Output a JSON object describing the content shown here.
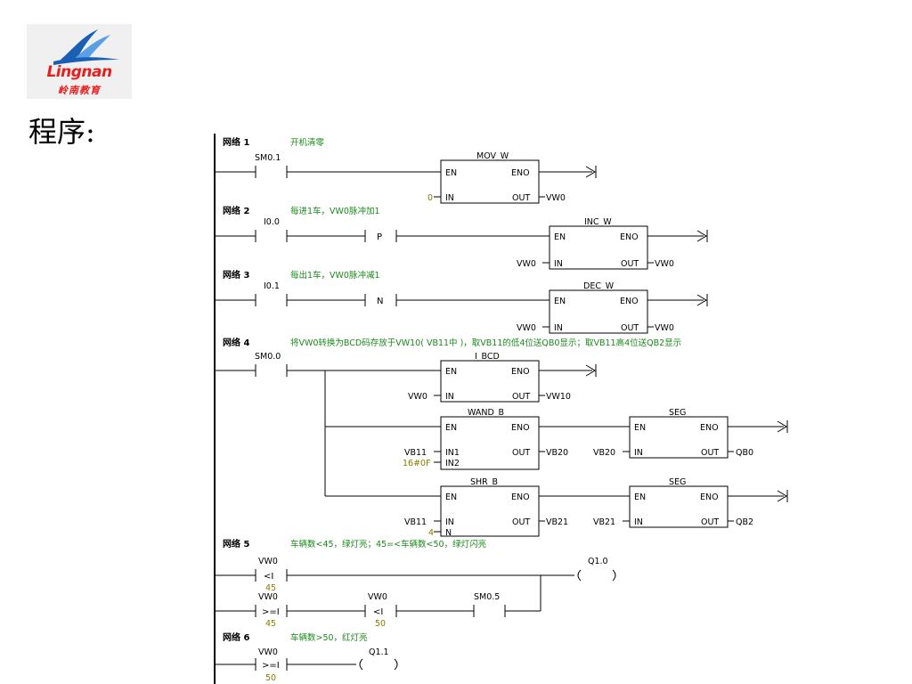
{
  "logo": {
    "wordmark": "Lingnan",
    "chinese": "岭南教育",
    "colors": {
      "blue": "#1a5fb4",
      "lightblue": "#5aa0e6",
      "red": "#e61e1e"
    }
  },
  "caption": "程序:",
  "colors": {
    "comment": "#1a8a1a",
    "constant": "#8a7a00",
    "line": "#000000"
  },
  "networks": [
    {
      "label": "网络 1",
      "comment": "开机清零"
    },
    {
      "label": "网络 2",
      "comment": "每进1车，VW0脉冲加1"
    },
    {
      "label": "网络 3",
      "comment": "每出1车，VW0脉冲减1"
    },
    {
      "label": "网络 4",
      "comment": "将VW0转换为BCD码存放于VW10( VB11中 )，取VB11的低4位送QB0显示；取VB11高4位送QB2显示"
    },
    {
      "label": "网络 5",
      "comment": "车辆数<45，绿灯亮；45=<车辆数<50，绿灯闪亮"
    },
    {
      "label": "网络 6",
      "comment": "车辆数>50，红灯亮"
    }
  ],
  "contacts": {
    "sm01": "SM0.1",
    "i00": "I0.0",
    "i01": "I0.1",
    "sm00": "SM0.0",
    "p": "P",
    "n": "N",
    "n5a_top": "VW0",
    "n5a_op": "<I",
    "n5a_val": "45",
    "n5b_top": "VW0",
    "n5b_op": ">=I",
    "n5b_val": "45",
    "n5c_top": "VW0",
    "n5c_op": "<I",
    "n5c_val": "50",
    "sm05": "SM0.5",
    "n6_top": "VW0",
    "n6_op": ">=I",
    "n6_val": "50"
  },
  "coils": {
    "q10": "Q1.0",
    "q11": "Q1.1"
  },
  "boxes": {
    "mov": {
      "name": "MOV_W",
      "en": "EN",
      "eno": "ENO",
      "in": "IN",
      "out": "OUT",
      "in_val": "0",
      "out_val": "VW0"
    },
    "inc": {
      "name": "INC_W",
      "en": "EN",
      "eno": "ENO",
      "in": "IN",
      "out": "OUT",
      "in_val": "VW0",
      "out_val": "VW0"
    },
    "dec": {
      "name": "DEC_W",
      "en": "EN",
      "eno": "ENO",
      "in": "IN",
      "out": "OUT",
      "in_val": "VW0",
      "out_val": "VW0"
    },
    "ibcd": {
      "name": "I_BCD",
      "en": "EN",
      "eno": "ENO",
      "in": "IN",
      "out": "OUT",
      "in_val": "VW0",
      "out_val": "VW10"
    },
    "wand": {
      "name": "WAND_B",
      "en": "EN",
      "eno": "ENO",
      "in1": "IN1",
      "in2": "IN2",
      "out": "OUT",
      "in1_val": "VB11",
      "in2_val": "16#0F",
      "out_val": "VB20"
    },
    "seg1": {
      "name": "SEG",
      "en": "EN",
      "eno": "ENO",
      "in": "IN",
      "out": "OUT",
      "in_val": "VB20",
      "out_val": "QB0"
    },
    "shr": {
      "name": "SHR_B",
      "en": "EN",
      "eno": "ENO",
      "in": "IN",
      "n": "N",
      "out": "OUT",
      "in_val": "VB11",
      "n_val": "4",
      "out_val": "VB21"
    },
    "seg2": {
      "name": "SEG",
      "en": "EN",
      "eno": "ENO",
      "in": "IN",
      "out": "OUT",
      "in_val": "VB21",
      "out_val": "QB2"
    }
  }
}
